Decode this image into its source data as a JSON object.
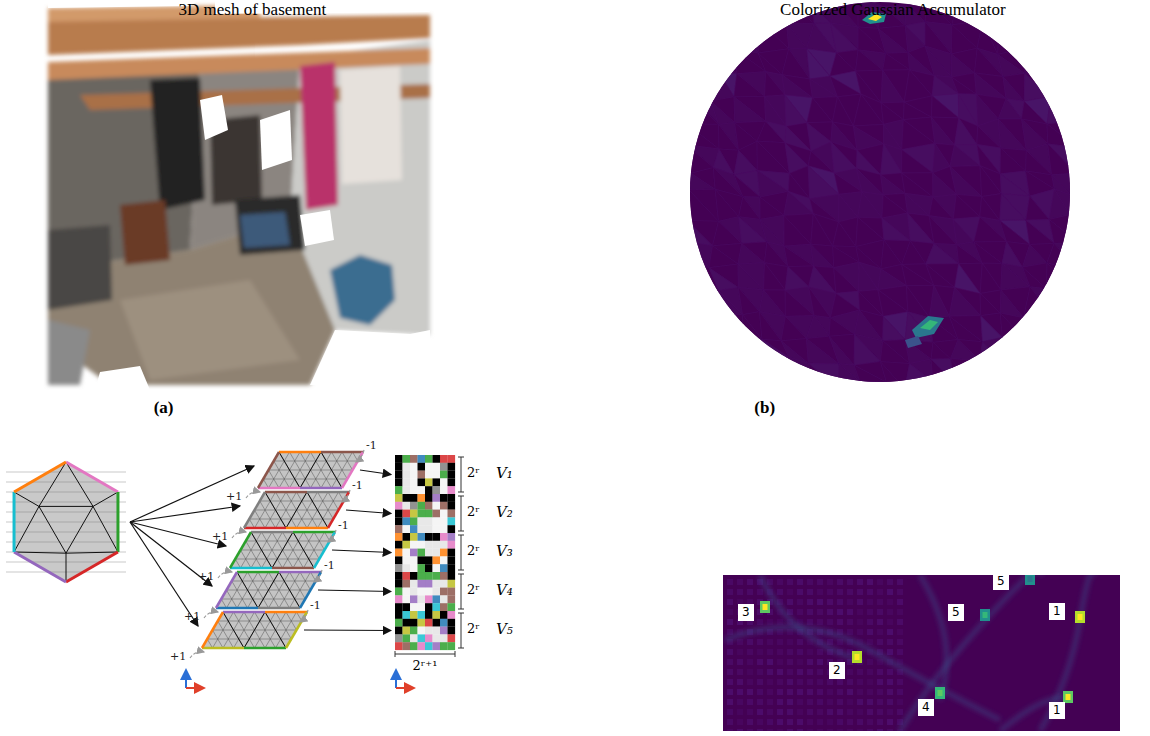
{
  "diagram": {
    "labels": [
      "(a)",
      "3D mesh of basement",
      "(b)",
      "Colorized Gaussian Accumulator",
      "+1",
      "-1",
      "2ʳ",
      "V₁",
      "+1",
      "-1",
      "2ʳ",
      "V₂",
      "+1",
      "-1",
      "2ʳ",
      "V₃",
      "+1",
      "-1",
      "2ʳ",
      "V₄",
      "+1",
      "-1",
      "2ʳ",
      "V₅",
      "2ʳ⁺¹",
      "3",
      "2",
      "4",
      "5",
      "5",
      "1",
      "1"
    ]
  }
}
